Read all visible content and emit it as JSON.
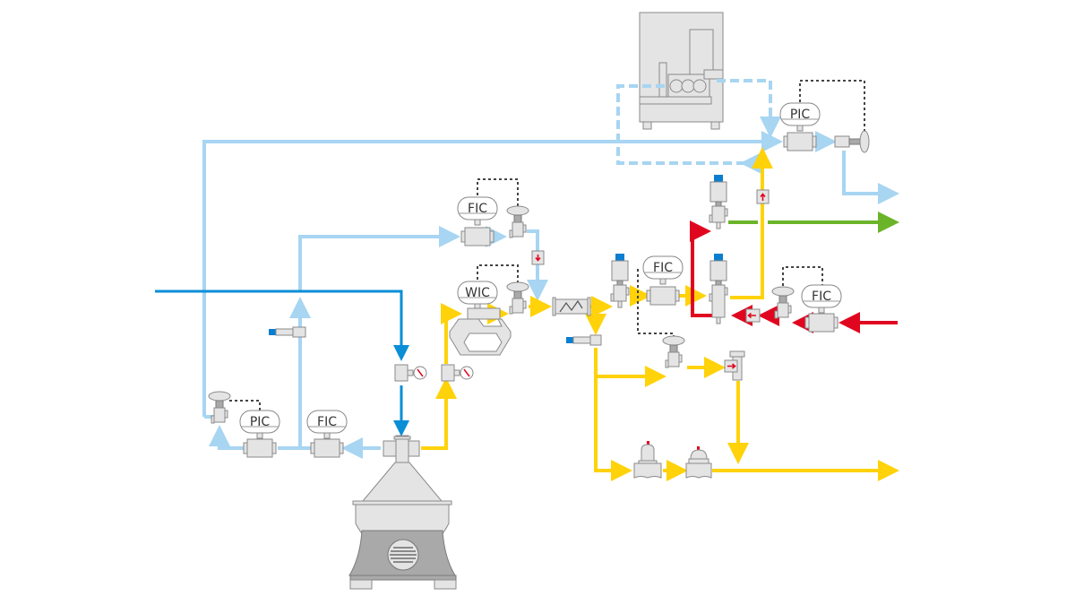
{
  "title": "Separator process flow diagram",
  "colors": {
    "light_blue": "#a7d5f2",
    "dark_blue": "#0a8ed6",
    "yellow": "#ffd20a",
    "red": "#e1061f",
    "green": "#6bb42a",
    "signal": "#444444",
    "equipment_fill": "#e4e4e4",
    "equipment_stroke": "#8a8a8a",
    "actuator_blue": "#0a7fcf"
  },
  "controllers": [
    {
      "id": "pic-top",
      "label": "PIC"
    },
    {
      "id": "fic-upper",
      "label": "FIC"
    },
    {
      "id": "wic",
      "label": "WIC"
    },
    {
      "id": "fic-mid",
      "label": "FIC"
    },
    {
      "id": "fic-right",
      "label": "FIC"
    },
    {
      "id": "pic-bottom",
      "label": "PIC"
    },
    {
      "id": "fic-bottom",
      "label": "FIC"
    }
  ],
  "streams": [
    {
      "id": "cip-supply",
      "color": "light_blue",
      "style": "solid"
    },
    {
      "id": "cip-loop",
      "color": "light_blue",
      "style": "dashed"
    },
    {
      "id": "product-feed",
      "color": "dark_blue",
      "style": "solid"
    },
    {
      "id": "product-out",
      "color": "yellow",
      "style": "solid"
    },
    {
      "id": "hot-media",
      "color": "red",
      "style": "solid"
    },
    {
      "id": "green-out",
      "color": "green",
      "style": "solid"
    }
  ],
  "equipment": [
    {
      "id": "separator",
      "type": "centrifugal-separator"
    },
    {
      "id": "homogenizer",
      "type": "piston-pump-unit"
    },
    {
      "id": "static-mixer",
      "type": "inline-mixer"
    },
    {
      "id": "coriolis-meter",
      "type": "mass-flow-meter"
    },
    {
      "id": "pressure-gauge-feed",
      "type": "pressure-gauge"
    },
    {
      "id": "pressure-gauge-out",
      "type": "pressure-gauge"
    }
  ]
}
